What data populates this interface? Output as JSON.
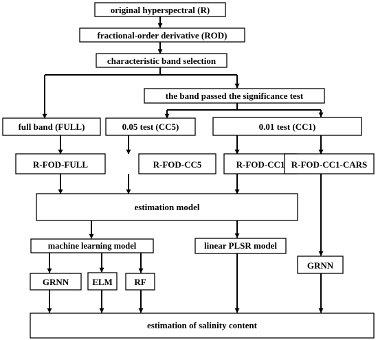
{
  "diagram": {
    "nodes": {
      "original": "original hyperspectral (R)",
      "rod": "fractional-order derivative (ROD)",
      "band_selection": "characteristic band selection",
      "significance": "the band passed the significance test",
      "full_band": "full band (FULL)",
      "test_005": "0.05  test (CC5)",
      "test_001": "0.01  test (CC1)",
      "r_fod_full": "R-FOD-FULL",
      "r_fod_cc5": "R-FOD-CC5",
      "r_fod_cc1": "R-FOD-CC1",
      "r_fod_cc1_cars": "R-FOD-CC1-CARS",
      "estimation_model": "estimation model",
      "ml_model": "machine learning model",
      "plsr_model": "linear PLSR model",
      "grnn_left": "GRNN",
      "elm": "ELM",
      "rf": "RF",
      "grnn_right": "GRNN",
      "salinity": "estimation of salinity content"
    }
  }
}
